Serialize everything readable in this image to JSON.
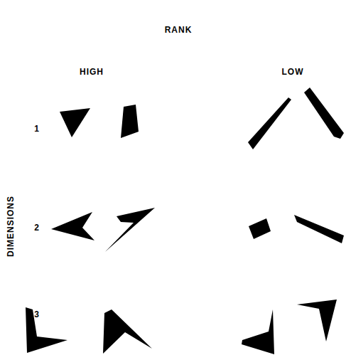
{
  "diagram": {
    "labels": [
      "RANK",
      "HIGH",
      "LOW",
      "DIMENSIONS",
      "1",
      "2",
      "3"
    ]
  }
}
